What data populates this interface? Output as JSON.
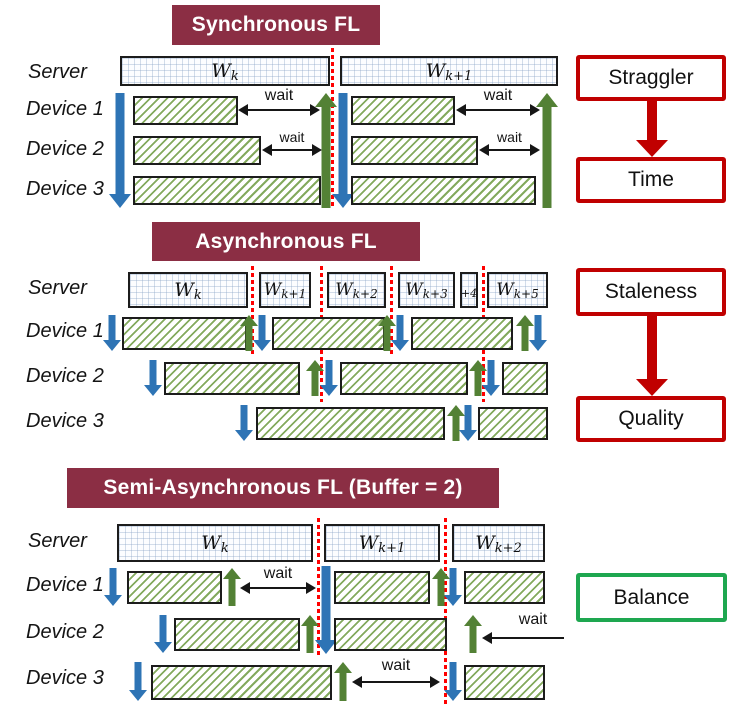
{
  "labels": {
    "server": "Server",
    "device_1": "Device 1",
    "device_2": "Device 2",
    "device_3": "Device 3",
    "wait": "wait"
  },
  "sections": {
    "sync": {
      "title": "Synchronous FL",
      "server_blocks": [
        {
          "main": "W",
          "sub": "k"
        },
        {
          "main": "W",
          "sub": "k+1"
        }
      ]
    },
    "async": {
      "title": "Asynchronous FL",
      "server_blocks": [
        {
          "main": "W",
          "sub": "k"
        },
        {
          "main": "W",
          "sub": "k+1"
        },
        {
          "main": "W",
          "sub": "k+2"
        },
        {
          "main": "W",
          "sub": "k+3"
        },
        {
          "main": "",
          "sub": "+4"
        },
        {
          "main": "W",
          "sub": "k+5"
        }
      ]
    },
    "semi": {
      "title": "Semi-Asynchronous FL (Buffer = 2)",
      "server_blocks": [
        {
          "main": "W",
          "sub": "k"
        },
        {
          "main": "W",
          "sub": "k+1"
        },
        {
          "main": "W",
          "sub": "k+2"
        }
      ]
    }
  },
  "side_boxes": {
    "straggler": "Straggler",
    "time": "Time",
    "staleness": "Staleness",
    "quality": "Quality",
    "balance": "Balance"
  },
  "colors": {
    "title_bg": "#8B2E44",
    "title_text": "#FFFFFF",
    "red_accent": "#C00000",
    "green_accent": "#1EA750",
    "blue_arrow": "#2E74B5",
    "green_arrow": "#538135",
    "hatch_green": "#84AA5E",
    "dotted_line": "#FF0000",
    "grid_line": "#C7D4E6"
  }
}
